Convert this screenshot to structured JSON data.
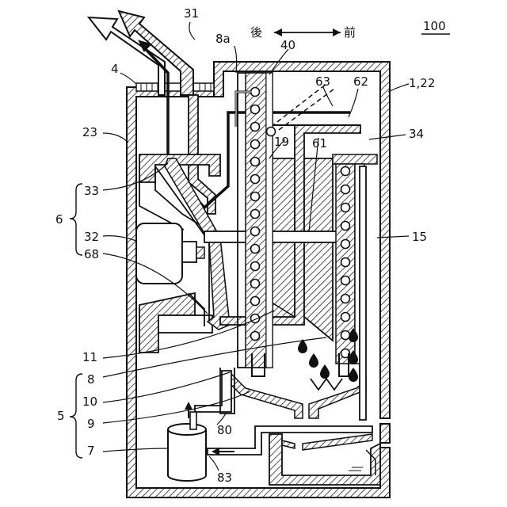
{
  "figure": {
    "number": "100",
    "direction": {
      "back": "後",
      "front": "前"
    }
  },
  "labels": {
    "l31": "31",
    "l8a": "8a",
    "l40": "40",
    "l4": "4",
    "l63": "63",
    "l62": "62",
    "l1_22": "1,22",
    "l23": "23",
    "l34": "34",
    "l19": "19",
    "l61": "61",
    "l33": "33",
    "l6": "6",
    "l32": "32",
    "l15": "15",
    "l68": "68",
    "l11": "11",
    "l8": "8",
    "l10": "10",
    "l5": "5",
    "l9": "9",
    "l80": "80",
    "l7": "7",
    "l83": "83"
  }
}
